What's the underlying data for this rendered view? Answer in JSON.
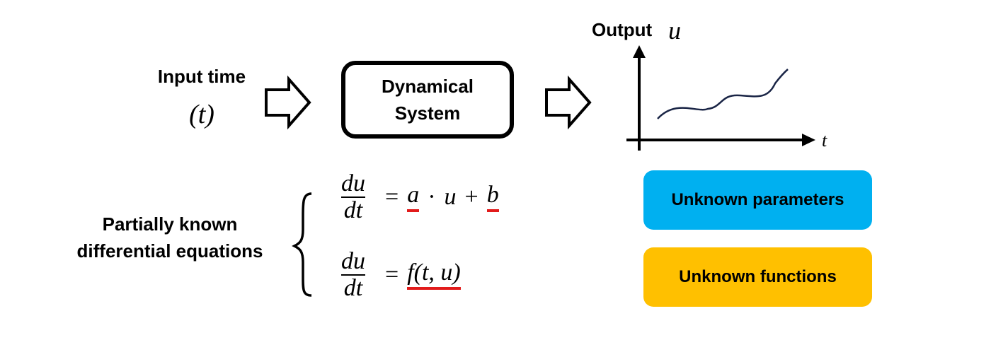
{
  "input": {
    "label": "Input time",
    "variable": "(t)"
  },
  "system": {
    "label_line1": "Dynamical",
    "label_line2": "System"
  },
  "output": {
    "title": "Output",
    "variable": "u",
    "axis_x_label": "t"
  },
  "equations_label": {
    "line1": "Partially known",
    "line2": "differential equations"
  },
  "equations": {
    "fraction_num": "du",
    "fraction_den": "dt",
    "eq1": {
      "eq": "=",
      "a": "a",
      "dot": "·",
      "u": "u",
      "plus": "+",
      "b": "b"
    },
    "eq2": {
      "eq": "=",
      "f": "f(t, u)"
    }
  },
  "legend": {
    "params": {
      "label": "Unknown parameters",
      "color": "#00b0f0"
    },
    "funcs": {
      "label": "Unknown functions",
      "color": "#ffc000"
    }
  },
  "colors": {
    "underline": "#e21b1b",
    "curve": "#1a2546"
  }
}
